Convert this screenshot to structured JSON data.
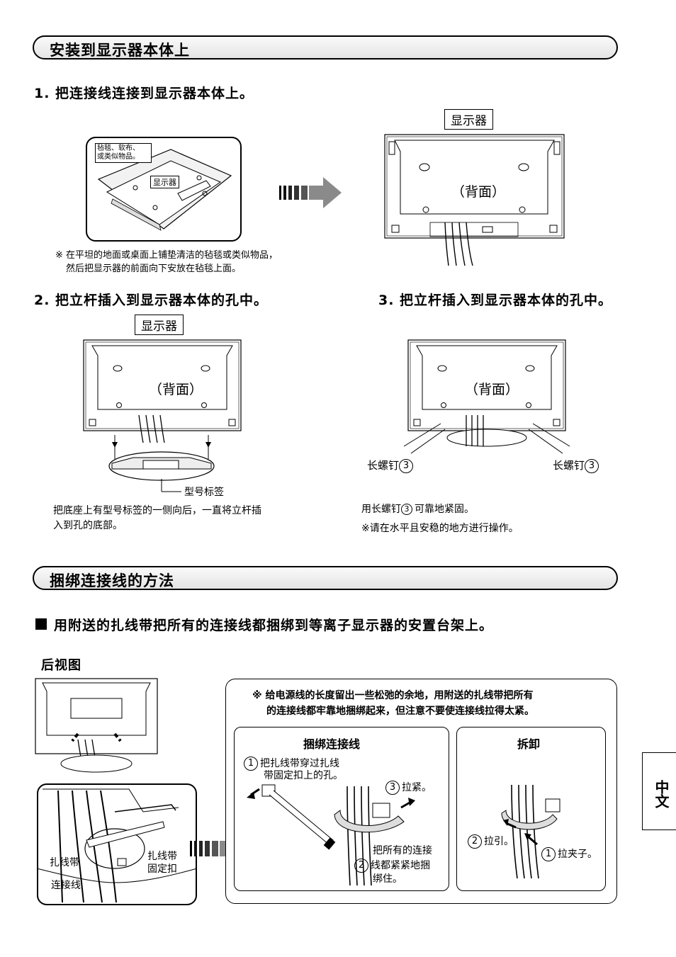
{
  "section1": {
    "title": "安装到显示器本体上"
  },
  "step1": {
    "title": "1. 把连接线连接到显示器本体上。",
    "mat_label": "毡毯、软布、\n或类似物品。",
    "display_label_small": "显示器",
    "display_label_box": "显示器",
    "back_label": "（背面）",
    "note_line1": "※ 在平坦的地面或桌面上铺垫清洁的毡毯或类似物品，",
    "note_line2": "然后把显示器的前面向下安放在毡毯上面。"
  },
  "step2": {
    "title": "2. 把立杆插入到显示器本体的孔中。",
    "display_label_box": "显示器",
    "back_label": "（背面）",
    "model_label": "型号标签",
    "desc_line1": "把底座上有型号标签的一侧向后，一直将立杆插",
    "desc_line2": "入到孔的底部。"
  },
  "step3": {
    "title": "3. 把立杆插入到显示器本体的孔中。",
    "back_label": "（背面）",
    "screw_left": "长螺钉",
    "screw_right": "长螺钉",
    "screw_num": "3",
    "desc_line1a": "用长螺钉",
    "desc_line1b": "可靠地紧固。",
    "desc_line2": "※请在水平且安稳的地方进行操作。"
  },
  "section2": {
    "title": "捆绑连接线的方法"
  },
  "bundling": {
    "headline": "用附送的扎线带把所有的连接线都捆绑到等离子显示器的安置台架上。",
    "rear_view": "后视图",
    "label_tie": "扎线带",
    "label_tie_clip_1": "扎线带",
    "label_tie_clip_2": "固定扣",
    "label_cable": "连接线",
    "note_line1": "※  给电源线的长度留出一些松弛的余地，用附送的扎线带把所有",
    "note_line2": "的连接线都牢靠地捆绑起来，但注意不要使连接线拉得太紧。",
    "bind_title": "捆绑连接线",
    "bind_step1_num": "1",
    "bind_step1_line1": "把扎线带穿过扎线",
    "bind_step1_line2": "带固定扣上的孔。",
    "bind_step3_num": "3",
    "bind_step3": "拉紧。",
    "bind_step2_num": "2",
    "bind_step2_line1": "把所有的连接",
    "bind_step2_line2": "线都紧紧地捆",
    "bind_step2_line3": "绑住。",
    "remove_title": "拆卸",
    "remove_step2_num": "2",
    "remove_step2": "拉引。",
    "remove_step1_num": "1",
    "remove_step1": "拉夹子。"
  },
  "lang_tab": "中文"
}
